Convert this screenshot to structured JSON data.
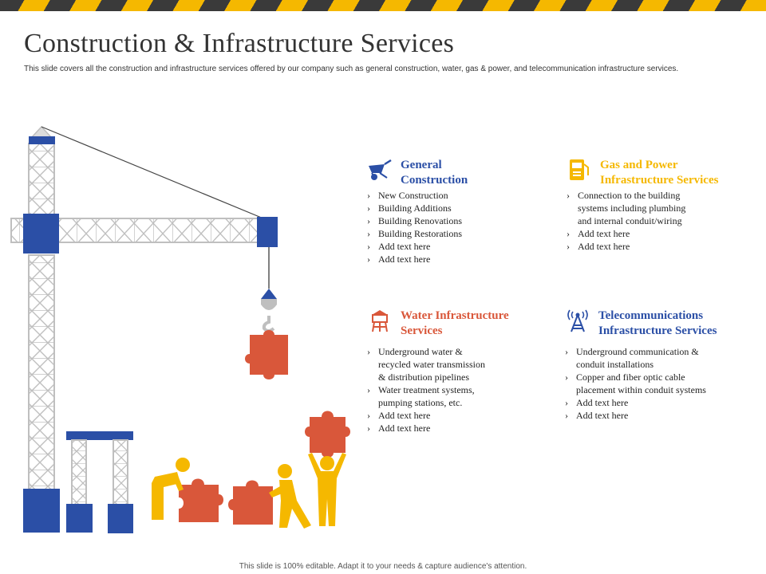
{
  "header": {
    "title": "Construction & Infrastructure Services",
    "subtitle": "This slide covers all the construction and infrastructure services offered by our company such as general construction, water, gas & power, and telecommunication  infrastructure services."
  },
  "services": [
    {
      "title_line1": "General",
      "title_line2": "Construction",
      "icon": "wheelbarrow-icon",
      "color": "#2b4fa6",
      "items": [
        "New Construction",
        "Building Additions",
        "Building Renovations",
        "Building Restorations",
        "Add text here",
        "Add text here"
      ]
    },
    {
      "title_line1": "Gas and Power",
      "title_line2": "Infrastructure Services",
      "icon": "gas-pump-icon",
      "color": "#f5b800",
      "items": [
        "Connection to the building",
        "systems including plumbing",
        "and internal  conduit/wiring",
        "Add text here",
        "Add text here"
      ]
    },
    {
      "title_line1": "Water Infrastructure",
      "title_line2": "Services",
      "icon": "water-tower-icon",
      "color": "#d9573a",
      "items": [
        "Underground  water &",
        "recycled water transmission",
        "& distribution pipelines",
        "Water treatment  systems,",
        "pumping stations, etc.",
        "Add text here",
        "Add text here"
      ]
    },
    {
      "title_line1": "Telecommunications",
      "title_line2": "Infrastructure Services",
      "icon": "antenna-tower-icon",
      "color": "#2b4fa6",
      "items": [
        "Underground  communication &",
        "conduit installations",
        "Copper and fiber optic cable",
        "placement within conduit systems",
        "Add text here",
        "Add text here"
      ]
    }
  ],
  "colors": {
    "crane_blue": "#2b4fa6",
    "puzzle_red": "#d9573a",
    "worker_yellow": "#f5b800",
    "lattice_gray": "#bfbfbf"
  },
  "footer": {
    "text": "This slide is 100% editable. Adapt it to your needs & capture audience's attention."
  }
}
